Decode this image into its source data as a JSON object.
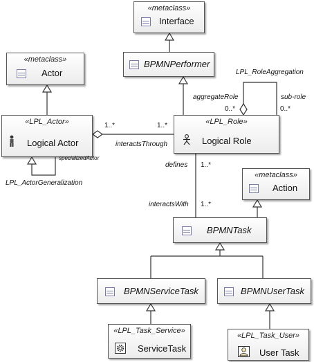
{
  "boxes": {
    "interface": {
      "stereotype": "«metaclass»",
      "name": "Interface"
    },
    "actor": {
      "stereotype": "«metaclass»",
      "name": "Actor"
    },
    "bpmn_performer": {
      "name": "BPMNPerformer"
    },
    "logical_actor": {
      "stereotype": "«LPL_Actor»",
      "name": "Logical Actor"
    },
    "logical_role": {
      "stereotype": "«LPL_Role»",
      "name": "Logical Role"
    },
    "action": {
      "stereotype": "«metaclass»",
      "name": "Action"
    },
    "bpmn_task": {
      "name": "BPMNTask"
    },
    "bpmn_service_task": {
      "name": "BPMNServiceTask"
    },
    "bpmn_user_task": {
      "name": "BPMNUserTask"
    },
    "service_task": {
      "stereotype": "«LPL_Task_Service»",
      "name": "ServiceTask"
    },
    "user_task": {
      "stereotype": "«LPL_Task_User»",
      "name": "User Task"
    }
  },
  "labels": {
    "role_aggregation": "LPL_RoleAggregation",
    "aggregate_role": "aggregateRole",
    "sub_role": "sub-role",
    "agg_mult_left": "0..*",
    "agg_mult_right": "0..*",
    "actor_mult": "1..*",
    "role_mult": "1..*",
    "interacts_through": "interactsThrough",
    "specialized_actor": "specializedActor",
    "actor_generalization": "LPL_ActorGeneralization",
    "defines": "defines",
    "defines_mult": "1..*",
    "interacts_with": "interactsWith",
    "interacts_with_mult": "1..*"
  },
  "icons": {
    "class": "class-icon",
    "actor": "actor-icon",
    "role": "role-icon",
    "service": "gear-icon",
    "user": "user-icon"
  },
  "colors": {
    "box_border": "#555555",
    "icon_stroke": "#7a7aa8",
    "line": "#333333"
  }
}
